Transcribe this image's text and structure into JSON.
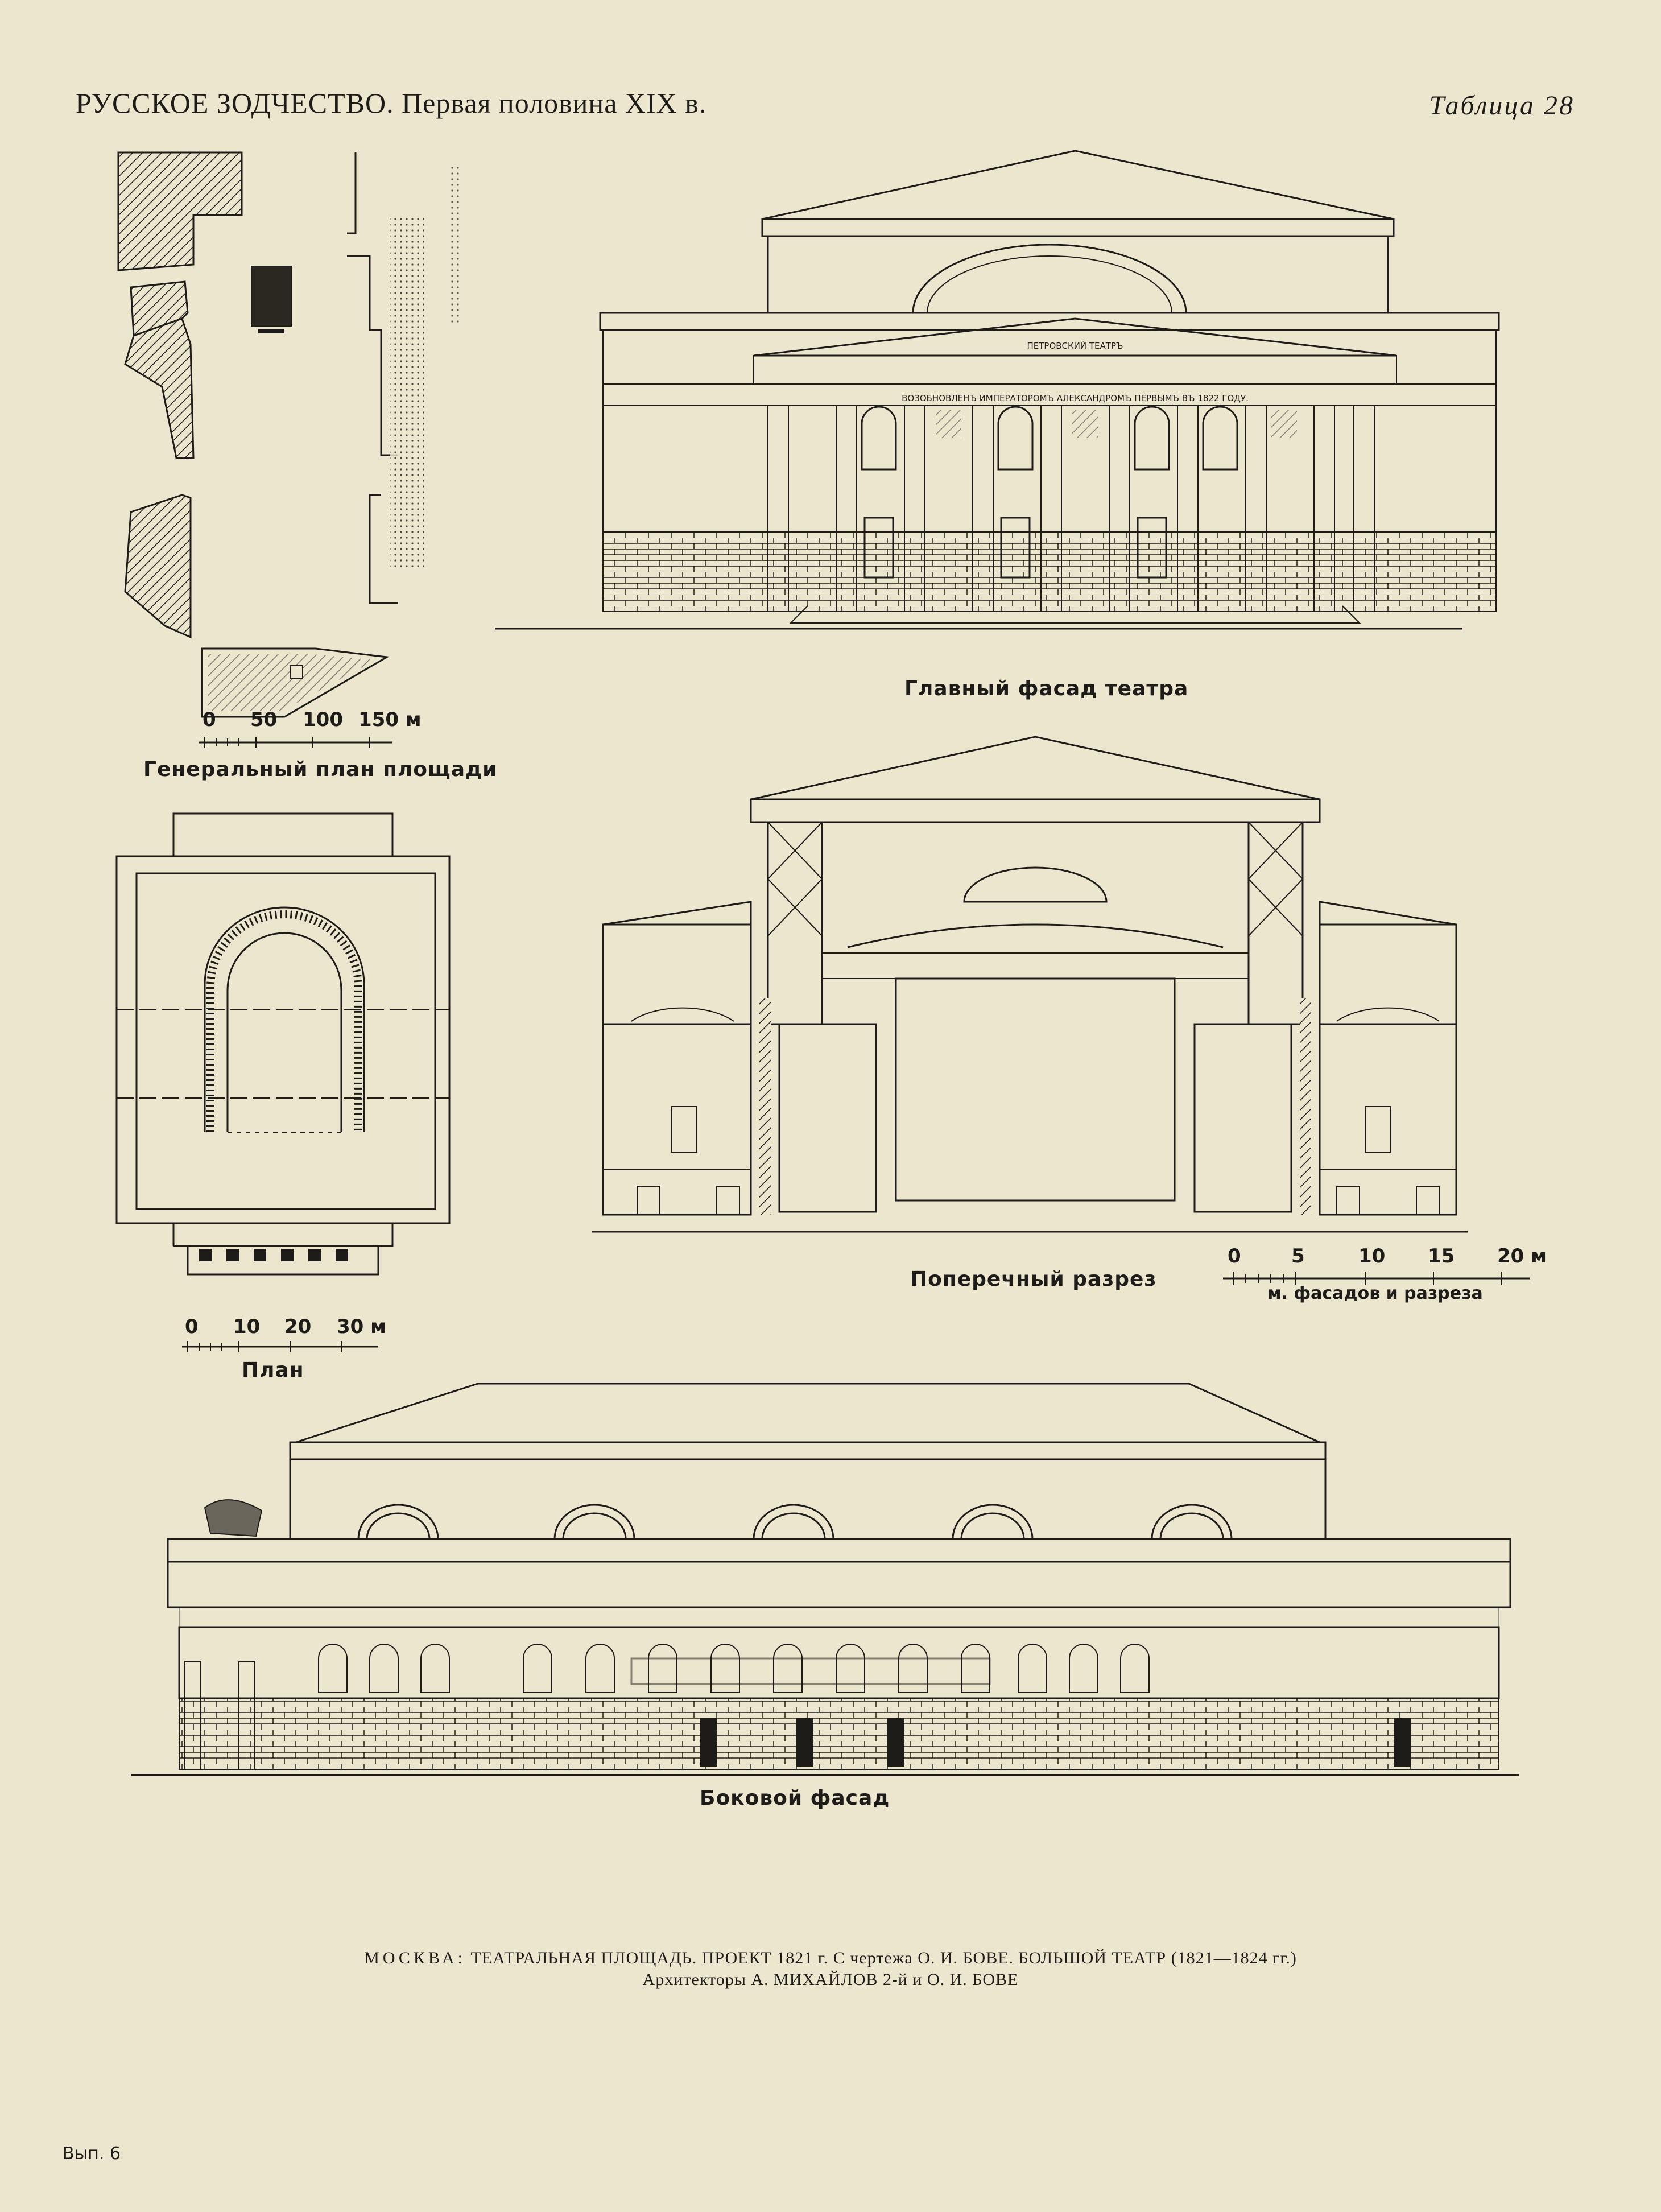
{
  "header": {
    "title": "РУССКОЕ ЗОДЧЕСТВО. Первая половина XIX в.",
    "plate": "Таблица 28"
  },
  "site_plan": {
    "caption": "Генеральный план площади",
    "scale_ticks": [
      "0",
      "50",
      "100",
      "150 м"
    ]
  },
  "main_facade": {
    "caption": "Главный фасад театра",
    "inscription_top": "ПЕТРОВСКИЙ ТЕАТРЪ",
    "inscription_frieze": "ВОЗОБНОВЛЕНЪ ИМПЕРАТОРОМЪ АЛЕКСАНДРОМЪ ПЕРВЫМЪ ВЪ 1822 ГОДУ."
  },
  "section": {
    "caption": "Поперечный разрез"
  },
  "section_scale": {
    "ticks": [
      "0",
      "5",
      "10",
      "15",
      "20 м"
    ],
    "label": "м. фасадов и разреза"
  },
  "floor_plan": {
    "caption": "План",
    "scale_ticks": [
      "0",
      "10",
      "20",
      "30 м"
    ]
  },
  "side_facade": {
    "caption": "Боковой фасад"
  },
  "footer": {
    "city": "МОСКВА:",
    "line1": "ТЕАТРАЛЬНАЯ ПЛОЩАДЬ. ПРОЕКТ 1821 г. С чертежа О. И. БОВЕ. БОЛЬШОЙ ТЕАТР (1821—1824 гг.)",
    "line2": "Архитекторы А. МИХАЙЛОВ 2-й и О. И. БОВЕ"
  },
  "issue": "Вып. 6"
}
